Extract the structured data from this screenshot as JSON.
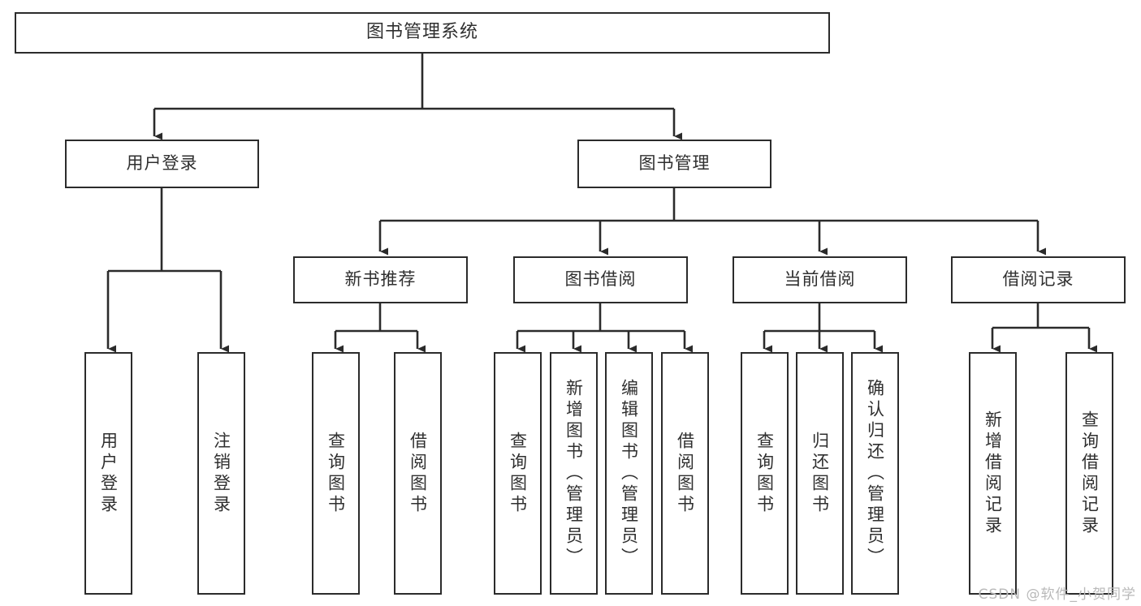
{
  "diagram": {
    "title": "图书管理系统",
    "type": "hierarchy-tree",
    "root": {
      "label": "图书管理系统"
    },
    "level2": [
      {
        "label": "用户登录"
      },
      {
        "label": "图书管理"
      }
    ],
    "level3": [
      {
        "label": "新书推荐"
      },
      {
        "label": "图书借阅"
      },
      {
        "label": "当前借阅"
      },
      {
        "label": "借阅记录"
      }
    ],
    "leaves": {
      "user_login": [
        {
          "label": "用户登录"
        },
        {
          "label": "注销登录"
        }
      ],
      "new_book_recommend": [
        {
          "label": "查询图书"
        },
        {
          "label": "借阅图书"
        }
      ],
      "book_borrow": [
        {
          "label": "查询图书"
        },
        {
          "label": "新增图书（管理员）"
        },
        {
          "label": "编辑图书（管理员）"
        },
        {
          "label": "借阅图书"
        }
      ],
      "current_borrow": [
        {
          "label": "查询图书"
        },
        {
          "label": "归还图书"
        },
        {
          "label": "确认归还（管理员）"
        }
      ],
      "borrow_record": [
        {
          "label": "新增借阅记录"
        },
        {
          "label": "查询借阅记录"
        }
      ]
    }
  },
  "watermark": {
    "text": "CSDN @软件_小贺同学"
  },
  "colors": {
    "border": "#2b2b2b",
    "text": "#2f2f2f",
    "background": "#ffffff",
    "watermark": "#b9b9b9"
  }
}
